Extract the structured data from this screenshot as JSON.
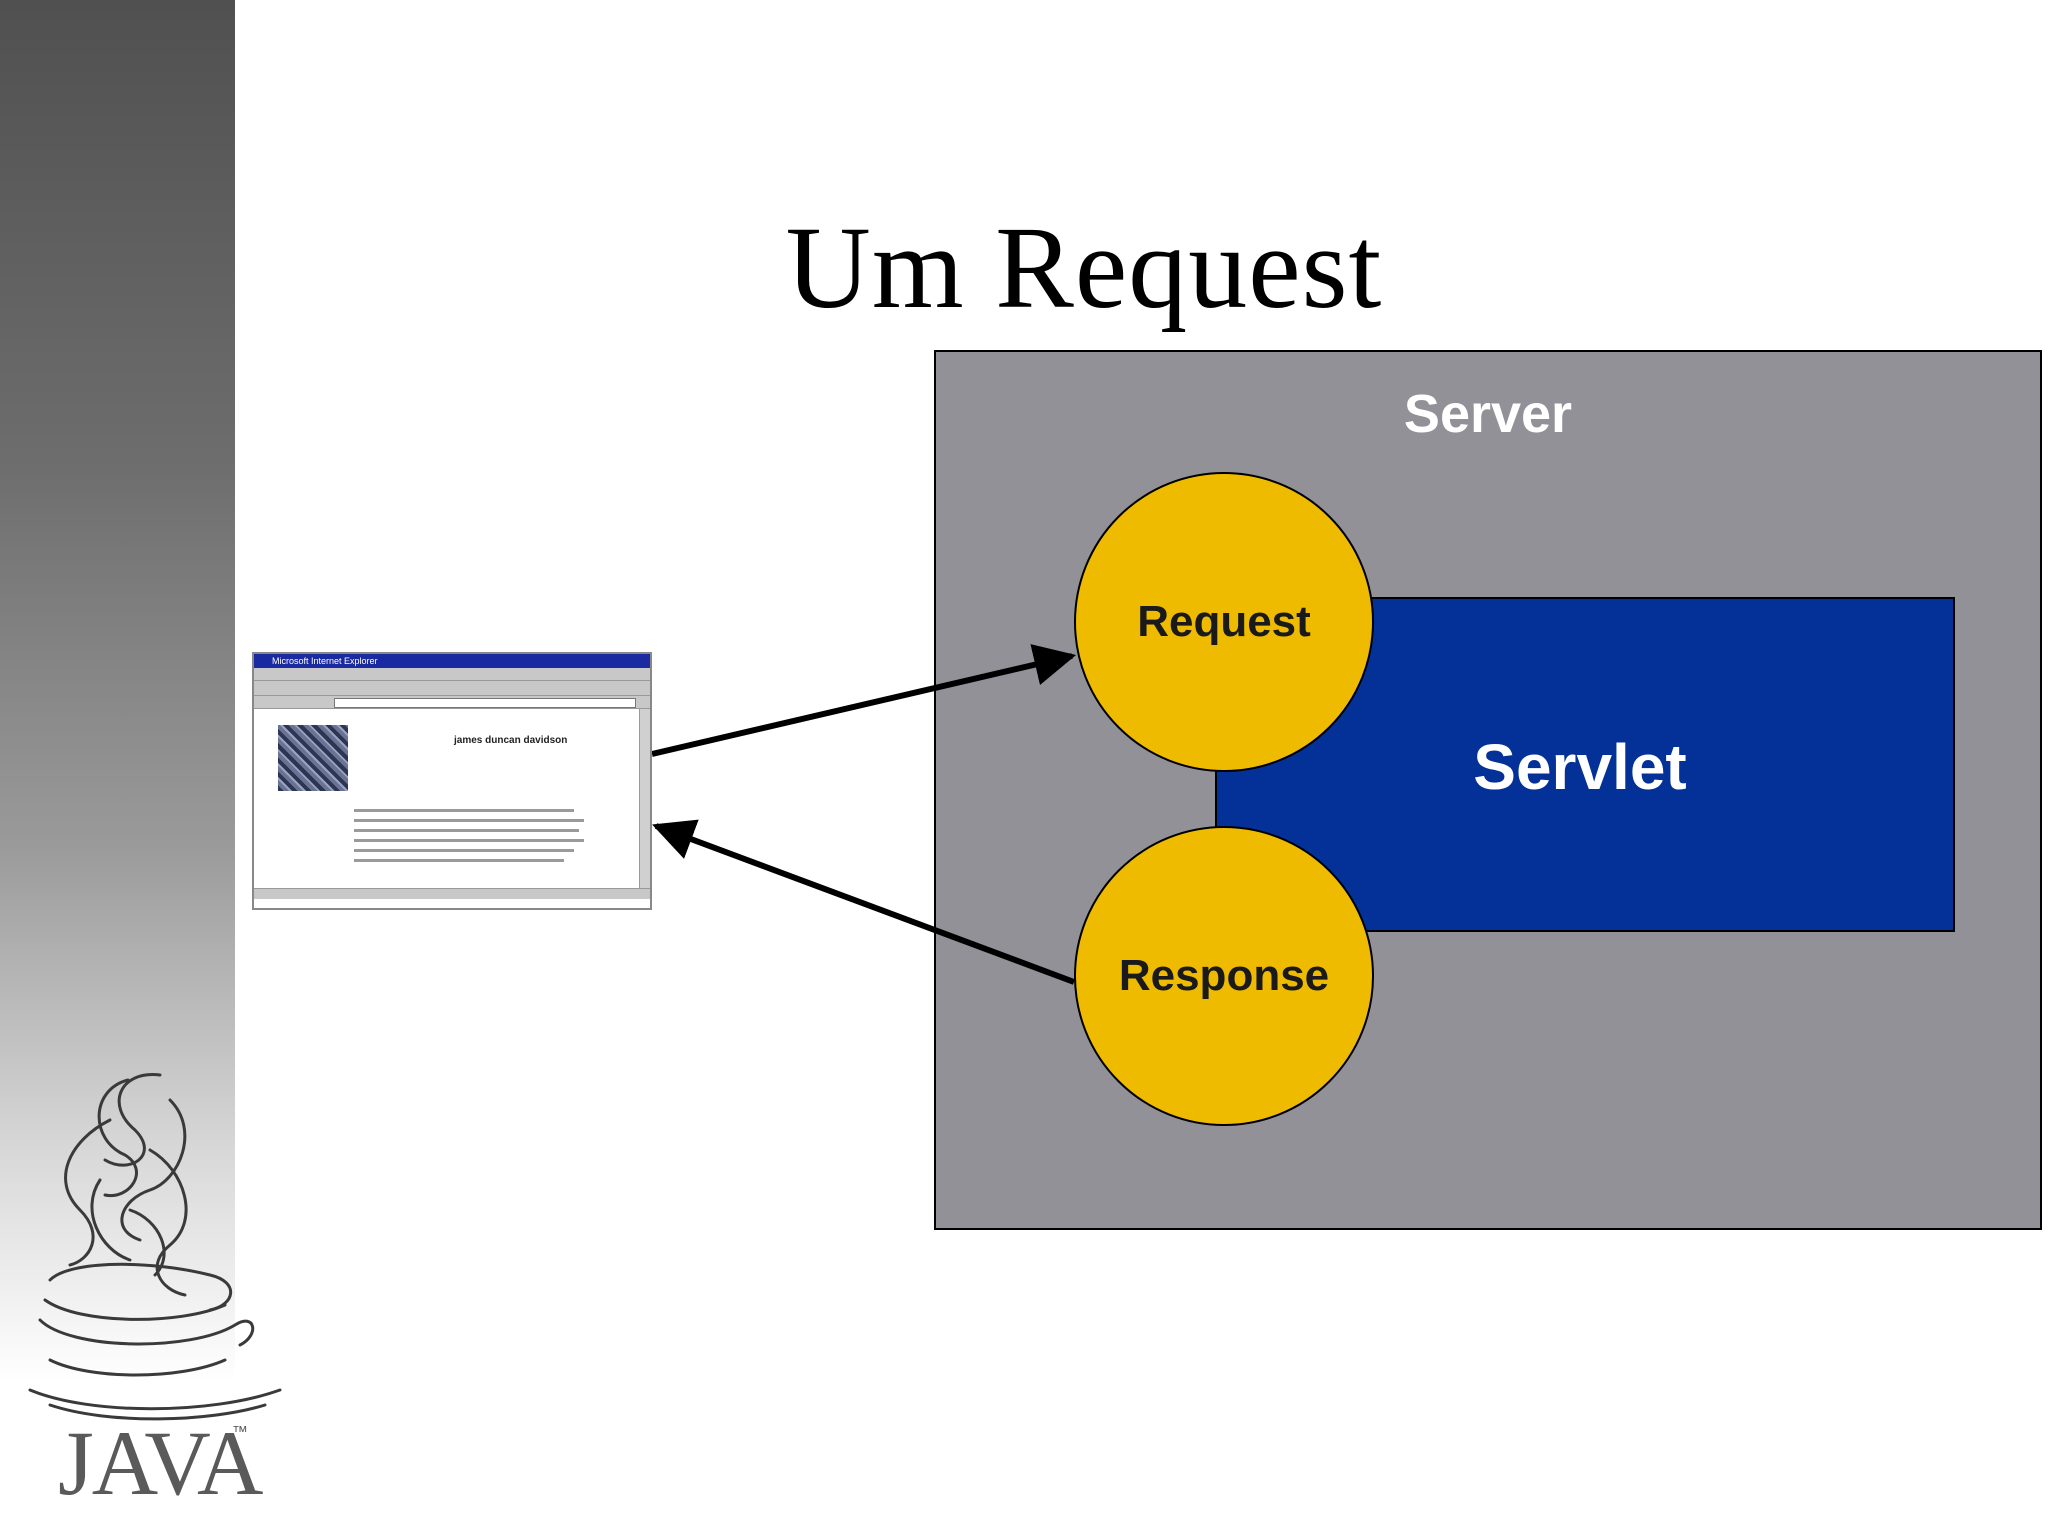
{
  "slide": {
    "title": "Um Request"
  },
  "diagram": {
    "server_label": "Server",
    "servlet_label": "Servlet",
    "request_label": "Request",
    "response_label": "Response",
    "colors": {
      "server": "#939198",
      "servlet": "#033198",
      "circles": "#eebb00"
    }
  },
  "browser": {
    "title_text": "Microsoft Internet Explorer",
    "heading_text": "james duncan davidson"
  },
  "logo": {
    "text": "JAVA",
    "tm": "™"
  }
}
